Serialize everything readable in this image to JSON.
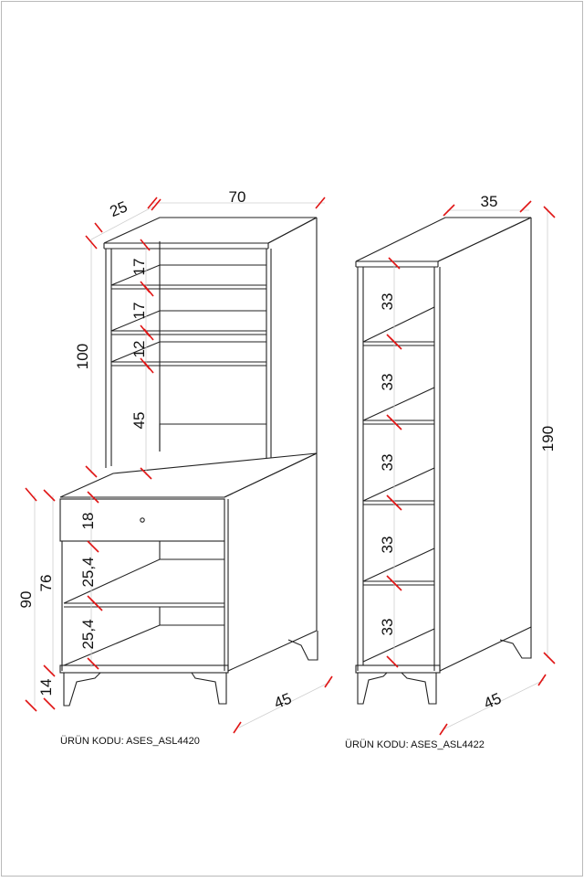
{
  "colors": {
    "tick": "#e01515",
    "line": "#222222",
    "ext": "#cfcfcf"
  },
  "left_unit": {
    "code_label": "ÜRÜN KODU: ASES_ASL4420",
    "width_top": "70",
    "depth_top": "25",
    "height_top": "100",
    "shelf_1": "17",
    "shelf_2": "17",
    "shelf_3": "12",
    "shelf_4": "45",
    "height_total": "90",
    "height_bottom": "76",
    "drawer": "18",
    "shelf_low_1": "25,4",
    "shelf_low_2": "25,4",
    "leg": "14",
    "depth_bottom": "45"
  },
  "right_unit": {
    "code_label": "ÜRÜN KODU: ASES_ASL4422",
    "width": "35",
    "height": "190",
    "shelves": [
      "33",
      "33",
      "33",
      "33",
      "33"
    ],
    "depth": "45"
  }
}
